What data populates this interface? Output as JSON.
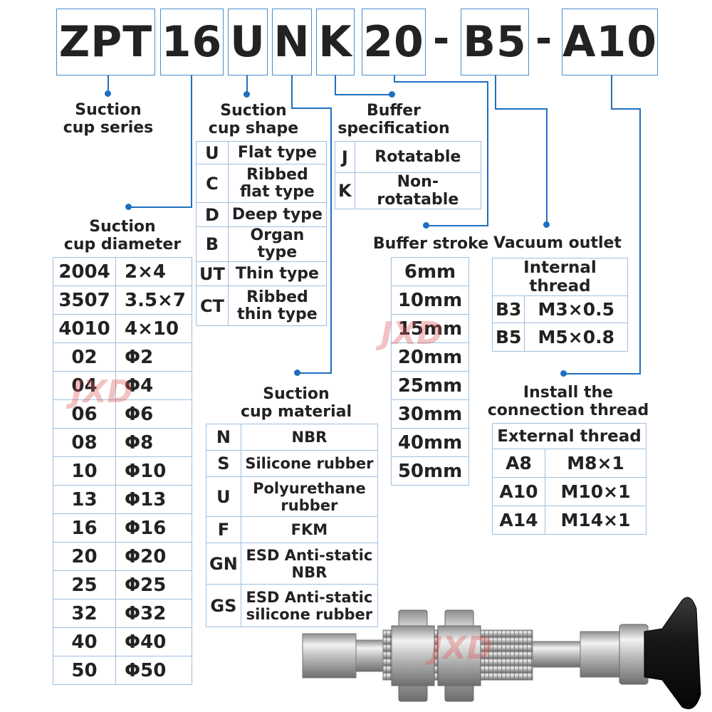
{
  "part_code": {
    "series": "ZPT",
    "diameter": "16",
    "shape": "U",
    "material": "N",
    "buffer_spec": "K",
    "stroke": "20",
    "sep1": "-",
    "outlet": "B5",
    "sep2": "-",
    "thread": "A10"
  },
  "labels": {
    "series": [
      "Suction",
      "cup series"
    ],
    "shape": [
      "Suction",
      "cup shape"
    ],
    "buffer_spec": [
      "Buffer",
      "specification"
    ],
    "diameter": [
      "Suction",
      "cup diameter"
    ],
    "stroke": "Buffer stroke",
    "outlet": "Vacuum outlet",
    "material": [
      "Suction",
      "cup material"
    ],
    "thread": [
      "Install the",
      "connection thread"
    ]
  },
  "shape_table": [
    {
      "code": "U",
      "desc": [
        "Flat type"
      ]
    },
    {
      "code": "C",
      "desc": [
        "Ribbed",
        "flat type"
      ]
    },
    {
      "code": "D",
      "desc": [
        "Deep type"
      ]
    },
    {
      "code": "B",
      "desc": [
        "Organ type"
      ]
    },
    {
      "code": "UT",
      "desc": [
        "Thin type"
      ]
    },
    {
      "code": "CT",
      "desc": [
        "Ribbed",
        "thin type"
      ]
    }
  ],
  "buffer_spec_table": [
    {
      "code": "J",
      "desc": "Rotatable"
    },
    {
      "code": "K",
      "desc": "Non-rotatable"
    }
  ],
  "diameter_table": [
    {
      "code": "2004",
      "value": "2×4"
    },
    {
      "code": "3507",
      "value": "3.5×7"
    },
    {
      "code": "4010",
      "value": "4×10"
    },
    {
      "code": "02",
      "value": "Φ2"
    },
    {
      "code": "04",
      "value": "Φ4"
    },
    {
      "code": "06",
      "value": "Φ6"
    },
    {
      "code": "08",
      "value": "Φ8"
    },
    {
      "code": "10",
      "value": "Φ10"
    },
    {
      "code": "13",
      "value": "Φ13"
    },
    {
      "code": "16",
      "value": "Φ16"
    },
    {
      "code": "20",
      "value": "Φ20"
    },
    {
      "code": "25",
      "value": "Φ25"
    },
    {
      "code": "32",
      "value": "Φ32"
    },
    {
      "code": "40",
      "value": "Φ40"
    },
    {
      "code": "50",
      "value": "Φ50"
    }
  ],
  "stroke_table": [
    "6mm",
    "10mm",
    "15mm",
    "20mm",
    "25mm",
    "30mm",
    "40mm",
    "50mm"
  ],
  "outlet_table": {
    "header": "Internal thread",
    "rows": [
      {
        "code": "B3",
        "value": "M3×0.5"
      },
      {
        "code": "B5",
        "value": "M5×0.8"
      }
    ]
  },
  "material_table": [
    {
      "code": "N",
      "desc": [
        "NBR"
      ]
    },
    {
      "code": "S",
      "desc": [
        "Silicone rubber"
      ]
    },
    {
      "code": "U",
      "desc": [
        "Polyurethane",
        "rubber"
      ]
    },
    {
      "code": "F",
      "desc": [
        "FKM"
      ]
    },
    {
      "code": "GN",
      "desc": [
        "ESD Anti-static",
        "NBR"
      ]
    },
    {
      "code": "GS",
      "desc": [
        "ESD Anti-static",
        "silicone rubber"
      ]
    }
  ],
  "thread_table": {
    "header": "External thread",
    "rows": [
      {
        "code": "A8",
        "value": "M8×1"
      },
      {
        "code": "A10",
        "value": "M10×1"
      },
      {
        "code": "A14",
        "value": "M14×1"
      }
    ]
  },
  "watermark": "JXD",
  "colors": {
    "accent": "#1f6fc0",
    "border": "#4a8fcf",
    "table_border": "#9fbfe0"
  }
}
